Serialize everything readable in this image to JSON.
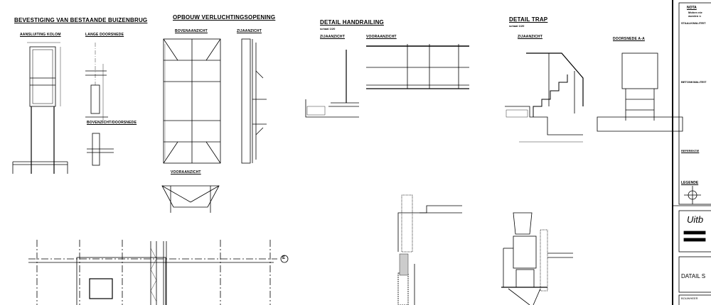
{
  "sheet": {
    "sections": {
      "buizenbrug": {
        "title": "BEVESTIGING VAN BESTAANDE BUIZENBRUG",
        "views": [
          "AANSLUITING KOLOM",
          "LANGE DOORSNEDE",
          "BOVENZICHT/DOORSNEDE"
        ]
      },
      "verluchting": {
        "title": "OPBOUW VERLUCHTINGSOPENING",
        "views": [
          "BOVENAANZICHT",
          "ZIJAANZICHT",
          "VOORAANZICHT"
        ]
      },
      "handrailing": {
        "title": "DETAIL HANDRAILING",
        "scale": "schaal 1/20",
        "views": [
          "ZIJAANZICHT",
          "VOORAANZICHT"
        ]
      },
      "trap": {
        "title": "DETAIL TRAP",
        "scale": "schaal 1/20",
        "views": [
          "ZIJAANZICHT",
          "DOORSNEDE A-A"
        ]
      }
    },
    "grid_marker": "E",
    "title_block": {
      "nota": "NOTA",
      "nota_text": [
        "Mohen nie",
        "worden n"
      ],
      "staal": "STAALKWALITEIT",
      "beton": "BETONKWALITEIT",
      "referentie": "REFERENTIE",
      "legende": "LEGENDE",
      "title_fragment": "Uitb",
      "detail_fragment": "DATAIL S",
      "bouwheer": "BOUWHEER"
    }
  }
}
